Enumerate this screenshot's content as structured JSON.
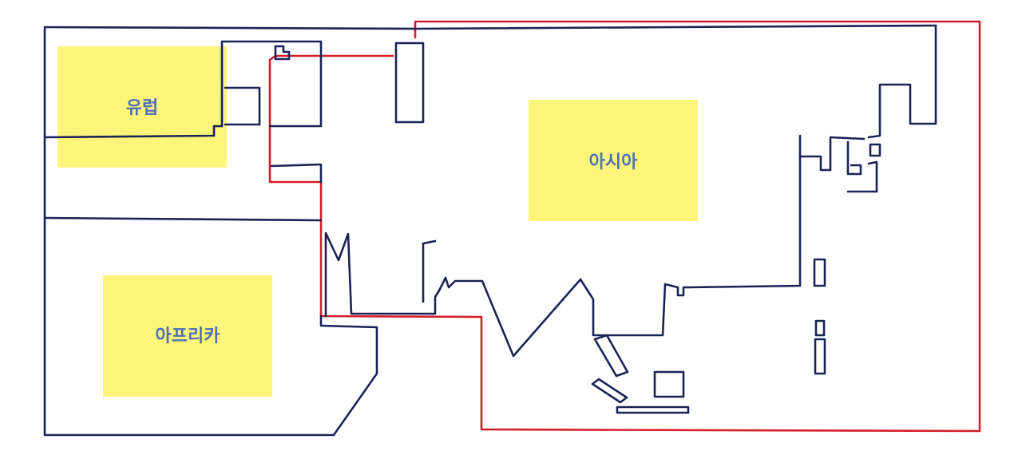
{
  "regions": [
    {
      "label": "유럽"
    },
    {
      "label": "아시아"
    },
    {
      "label": "아프리카"
    }
  ],
  "colors": {
    "region_fill": "#fdf57a",
    "label_text": "#4f6fb8",
    "outline": "#1a2356",
    "boundary": "#d4202a",
    "background": "#ffffff"
  }
}
